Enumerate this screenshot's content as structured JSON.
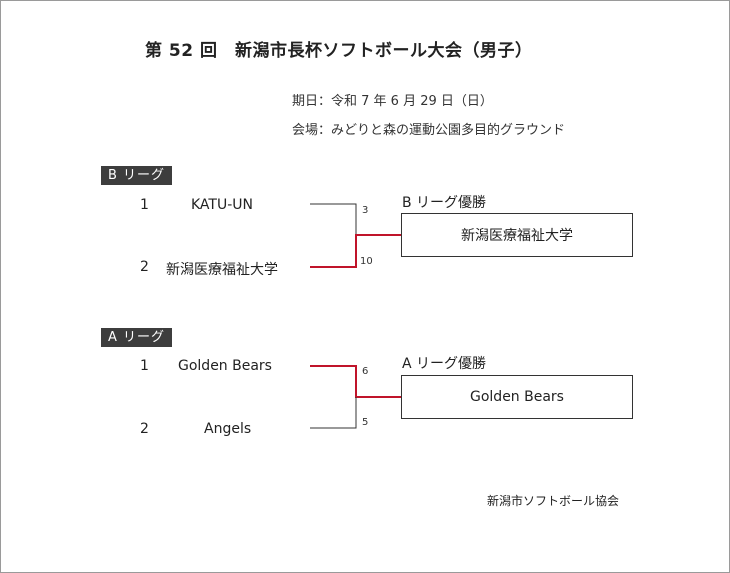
{
  "title": "第 52 回　新潟市長杯ソフトボール大会（男子）",
  "date_line": "期日：令和 7 年 6 月 29 日（日）",
  "venue_line": "会場：みどりと森の運動公園多目的グラウンド",
  "leagues": [
    {
      "tag": "B リーグ",
      "teams": [
        {
          "seed": "1",
          "name": "KATU-UN",
          "score": "3"
        },
        {
          "seed": "2",
          "name": "新潟医療福祉大学",
          "score": "10"
        }
      ],
      "champion_label": "B リーグ優勝",
      "champion": "新潟医療福祉大学"
    },
    {
      "tag": "A リーグ",
      "teams": [
        {
          "seed": "1",
          "name": "Golden Bears",
          "score": "6"
        },
        {
          "seed": "2",
          "name": "Angels",
          "score": "5"
        }
      ],
      "champion_label": "A リーグ優勝",
      "champion": "Golden Bears"
    }
  ],
  "footer": "新潟市ソフトボール協会",
  "colors": {
    "winner_line": "#c0142a",
    "loser_line": "#333333",
    "tag_bg": "#3d3d3d"
  }
}
